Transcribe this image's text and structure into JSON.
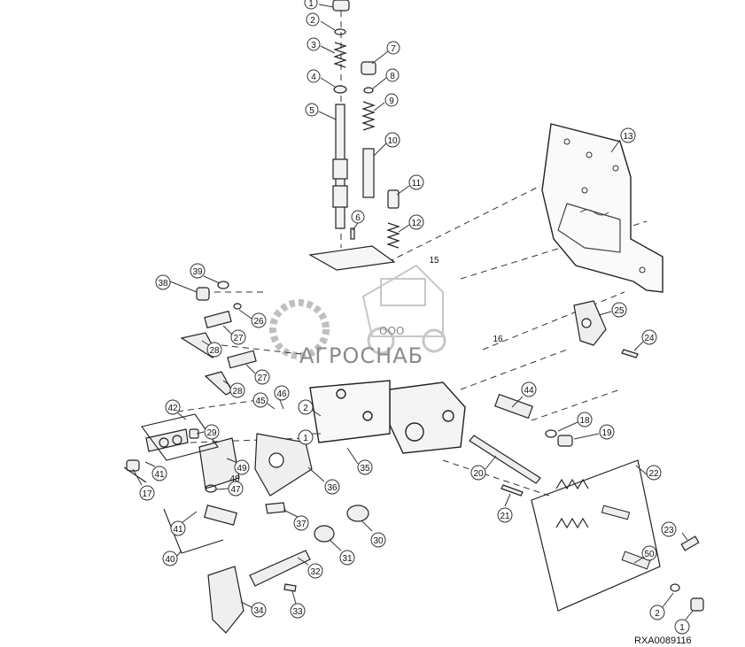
{
  "figure": {
    "reference_code": "RXA0089116",
    "watermark": {
      "company_prefix": "ООО",
      "company_name": "АГРОСНАБ"
    },
    "colors": {
      "line": "#222222",
      "part_fill": "#f2f2f2",
      "shade": "#bdbdbd",
      "watermark": "#8a8a8a"
    }
  },
  "callouts": [
    {
      "id": "c1a",
      "label": "1"
    },
    {
      "id": "c2a",
      "label": "2"
    },
    {
      "id": "c3",
      "label": "3"
    },
    {
      "id": "c4",
      "label": "4"
    },
    {
      "id": "c5",
      "label": "5"
    },
    {
      "id": "c6",
      "label": "6"
    },
    {
      "id": "c7",
      "label": "7"
    },
    {
      "id": "c8",
      "label": "8"
    },
    {
      "id": "c9",
      "label": "9"
    },
    {
      "id": "c10",
      "label": "10"
    },
    {
      "id": "c11",
      "label": "11"
    },
    {
      "id": "c12",
      "label": "12"
    },
    {
      "id": "c13",
      "label": "13"
    },
    {
      "id": "c15",
      "label": "15"
    },
    {
      "id": "c16",
      "label": "16"
    },
    {
      "id": "c17",
      "label": "17"
    },
    {
      "id": "c18",
      "label": "18"
    },
    {
      "id": "c19",
      "label": "19"
    },
    {
      "id": "c20",
      "label": "20"
    },
    {
      "id": "c21",
      "label": "21"
    },
    {
      "id": "c22",
      "label": "22"
    },
    {
      "id": "c23",
      "label": "23"
    },
    {
      "id": "c24",
      "label": "24"
    },
    {
      "id": "c25",
      "label": "25"
    },
    {
      "id": "c26",
      "label": "26"
    },
    {
      "id": "c27a",
      "label": "27"
    },
    {
      "id": "c27b",
      "label": "27"
    },
    {
      "id": "c28a",
      "label": "28"
    },
    {
      "id": "c28b",
      "label": "28"
    },
    {
      "id": "c29",
      "label": "29"
    },
    {
      "id": "c30",
      "label": "30"
    },
    {
      "id": "c31",
      "label": "31"
    },
    {
      "id": "c32",
      "label": "32"
    },
    {
      "id": "c33",
      "label": "33"
    },
    {
      "id": "c34",
      "label": "34"
    },
    {
      "id": "c35",
      "label": "35"
    },
    {
      "id": "c36",
      "label": "36"
    },
    {
      "id": "c37",
      "label": "37"
    },
    {
      "id": "c38",
      "label": "38"
    },
    {
      "id": "c39",
      "label": "39"
    },
    {
      "id": "c40",
      "label": "40"
    },
    {
      "id": "c41a",
      "label": "41"
    },
    {
      "id": "c41b",
      "label": "41"
    },
    {
      "id": "c42",
      "label": "42"
    },
    {
      "id": "c45",
      "label": "45"
    },
    {
      "id": "c46",
      "label": "46"
    },
    {
      "id": "c47",
      "label": "47"
    },
    {
      "id": "c48",
      "label": "48"
    },
    {
      "id": "c49",
      "label": "49"
    },
    {
      "id": "c44",
      "label": "44"
    },
    {
      "id": "c50",
      "label": "50"
    },
    {
      "id": "c2b",
      "label": "2"
    },
    {
      "id": "c1b",
      "label": "1"
    },
    {
      "id": "c2c",
      "label": "2"
    },
    {
      "id": "c1c",
      "label": "1"
    }
  ]
}
